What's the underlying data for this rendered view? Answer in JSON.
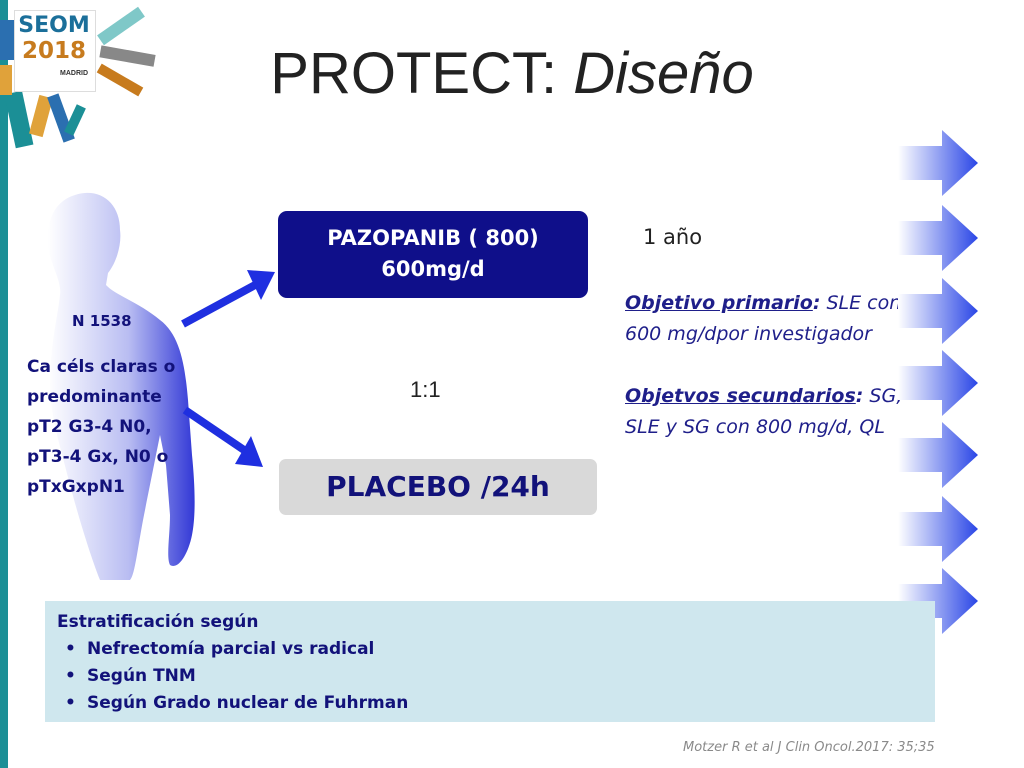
{
  "logo": {
    "line1": "SEOM",
    "line2": "2018",
    "line3": "MADRID"
  },
  "title": {
    "main": "PROTECT: ",
    "italic": "Diseño"
  },
  "population": {
    "n_label": "N 1538",
    "criteria": [
      "Ca céls claras o",
      "predominante",
      "pT2 G3-4 N0,",
      "pT3-4 Gx, N0 o",
      "pTxGxpN1"
    ]
  },
  "arms": {
    "pazopanib_line1": "PAZOPANIB ( 800)",
    "pazopanib_line2": "600mg/d",
    "placebo": "PLACEBO /24h"
  },
  "randomization_ratio": "1:1",
  "duration": "1 año",
  "objectives": {
    "primary_label": "Objetivo primario",
    "primary_colon": ":",
    "primary_text": " SLE con 600 mg/dpor investigador",
    "secondary_label": "Objetvos secundarios",
    "secondary_colon": ":",
    "secondary_text": " SG, SLE y SG con 800 mg/d, QL"
  },
  "stratification": {
    "heading": "Estratificación según",
    "items": [
      "Nefrectomía parcial vs radical",
      "Según TNM",
      "Según Grado nuclear de Fuhrman"
    ]
  },
  "citation": "Motzer R  et al  J Clin Oncol.2017: 35;35",
  "colors": {
    "navy": "#0f0f8a",
    "accent_teal": "#1b8f96",
    "strat_bg": "#cfe7ee",
    "placebo_bg": "#d9d9d9",
    "arrow_blue": "#1f3fe0"
  }
}
